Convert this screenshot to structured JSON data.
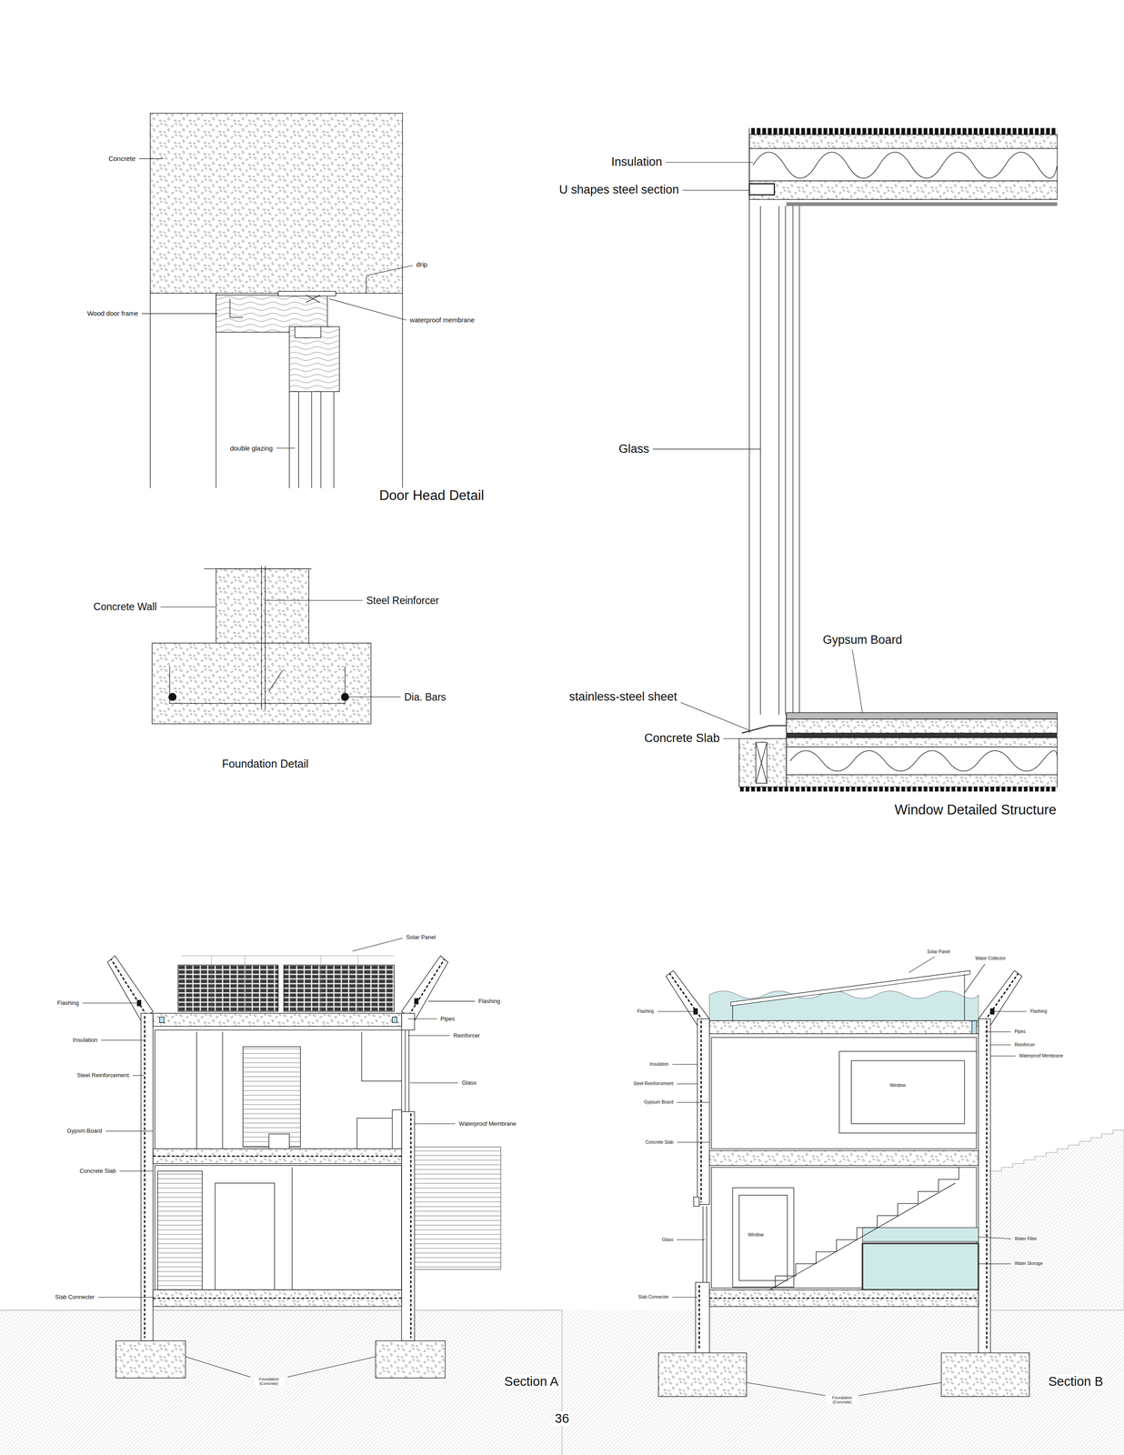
{
  "diagram": {
    "labels": [
      "Concrete",
      "drip",
      "Wood door frame",
      "waterproof membrane",
      "double glazing",
      "Door Head Detail",
      "Concrete Wall",
      "Steel Reinforcer",
      "Dia. Bars",
      "Foundation Detail",
      "Insulation",
      "U shapes steel section",
      "Glass",
      "Gypsum Board",
      "stainless-steel sheet",
      "Concrete Slab",
      "Window Detailed Structure",
      "Solar Panel",
      "Flashing",
      "Flashing",
      "Insulation",
      "Pipes",
      "Steel Reinforcement",
      "Reinforcer",
      "Glass",
      "Gypsm Board",
      "Waterproof Membrane",
      "Concrete Slab",
      "Slab Connecter",
      "Foundation (Concrete)",
      "Section A",
      "Solar Panel",
      "Water Collector",
      "Flashing",
      "Flashing",
      "Pipes",
      "Reinforcer",
      "Waterproof Membrane",
      "Insulation",
      "Steel Reinforcement",
      "Gypsum Board",
      "Concrete Slab",
      "Window",
      "Window",
      "Glass",
      "Water Filter",
      "Water Storage",
      "Slab Connecter",
      "Foundation (Concrete)",
      "Section B",
      "36"
    ]
  }
}
